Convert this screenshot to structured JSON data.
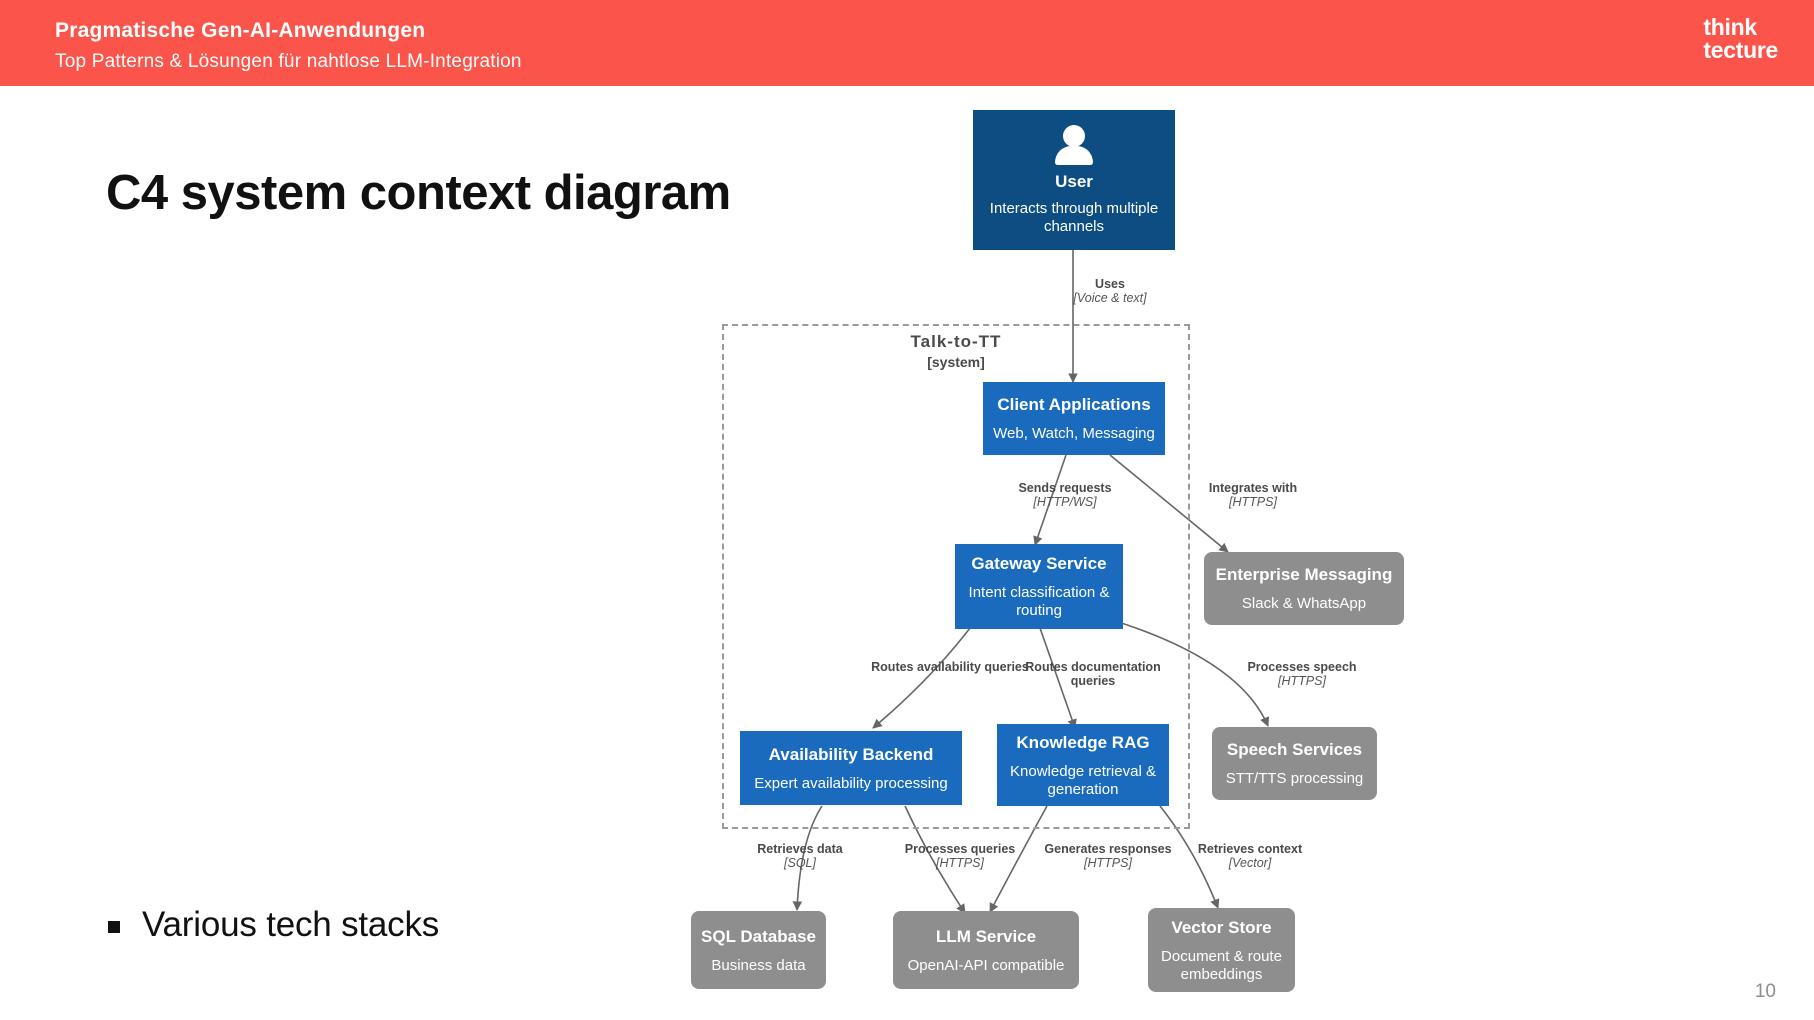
{
  "header": {
    "title": "Pragmatische Gen-AI-Anwendungen",
    "subtitle": "Top Patterns & Lösungen für nahtlose LLM-Integration",
    "logo_line1": "think",
    "logo_line2": "tecture",
    "background_color": "#fb544a"
  },
  "slide": {
    "title": "C4 system context diagram",
    "bullet": "Various tech stacks",
    "page_number": "10"
  },
  "colors": {
    "person": "#0d4d82",
    "internal": "#1a6bbd",
    "external": "#8e8e8e",
    "boundary": "#9a9a9a",
    "edge": "#666666"
  },
  "diagram": {
    "boundary": {
      "name": "Talk-to-TT",
      "type": "[system]"
    },
    "nodes": [
      {
        "id": "user",
        "title": "User",
        "desc": "Interacts through multiple channels",
        "kind": "person"
      },
      {
        "id": "client-applications",
        "title": "Client Applications",
        "desc": "Web, Watch, Messaging",
        "kind": "internal"
      },
      {
        "id": "gateway-service",
        "title": "Gateway Service",
        "desc": "Intent classification & routing",
        "kind": "internal"
      },
      {
        "id": "enterprise-messaging",
        "title": "Enterprise Messaging",
        "desc": "Slack & WhatsApp",
        "kind": "external"
      },
      {
        "id": "availability-backend",
        "title": "Availability Backend",
        "desc": "Expert availability processing",
        "kind": "internal"
      },
      {
        "id": "knowledge-rag",
        "title": "Knowledge RAG",
        "desc": "Knowledge retrieval & generation",
        "kind": "internal"
      },
      {
        "id": "speech-services",
        "title": "Speech Services",
        "desc": "STT/TTS processing",
        "kind": "external"
      },
      {
        "id": "sql-database",
        "title": "SQL Database",
        "desc": "Business data",
        "kind": "external"
      },
      {
        "id": "llm-service",
        "title": "LLM Service",
        "desc": "OpenAI-API compatible",
        "kind": "external"
      },
      {
        "id": "vector-store",
        "title": "Vector Store",
        "desc": "Document & route embeddings",
        "kind": "external"
      }
    ],
    "edges": [
      {
        "id": "user-to-client",
        "from": "user",
        "to": "client-applications",
        "label": "Uses",
        "protocol": "[Voice & text]"
      },
      {
        "id": "client-to-gateway",
        "from": "client-applications",
        "to": "gateway-service",
        "label": "Sends requests",
        "protocol": "[HTTP/WS]"
      },
      {
        "id": "client-to-messaging",
        "from": "client-applications",
        "to": "enterprise-messaging",
        "label": "Integrates with",
        "protocol": "[HTTPS]"
      },
      {
        "id": "gateway-to-availability",
        "from": "gateway-service",
        "to": "availability-backend",
        "label": "Routes availability queries",
        "protocol": ""
      },
      {
        "id": "gateway-to-rag",
        "from": "gateway-service",
        "to": "knowledge-rag",
        "label": "Routes documentation queries",
        "protocol": ""
      },
      {
        "id": "gateway-to-speech",
        "from": "gateway-service",
        "to": "speech-services",
        "label": "Processes speech",
        "protocol": "[HTTPS]"
      },
      {
        "id": "availability-to-sql",
        "from": "availability-backend",
        "to": "sql-database",
        "label": "Retrieves data",
        "protocol": "[SQL]"
      },
      {
        "id": "availability-to-llm",
        "from": "availability-backend",
        "to": "llm-service",
        "label": "Processes queries",
        "protocol": "[HTTPS]"
      },
      {
        "id": "rag-to-llm",
        "from": "knowledge-rag",
        "to": "llm-service",
        "label": "Generates responses",
        "protocol": "[HTTPS]"
      },
      {
        "id": "rag-to-vector",
        "from": "knowledge-rag",
        "to": "vector-store",
        "label": "Retrieves context",
        "protocol": "[Vector]"
      }
    ]
  }
}
